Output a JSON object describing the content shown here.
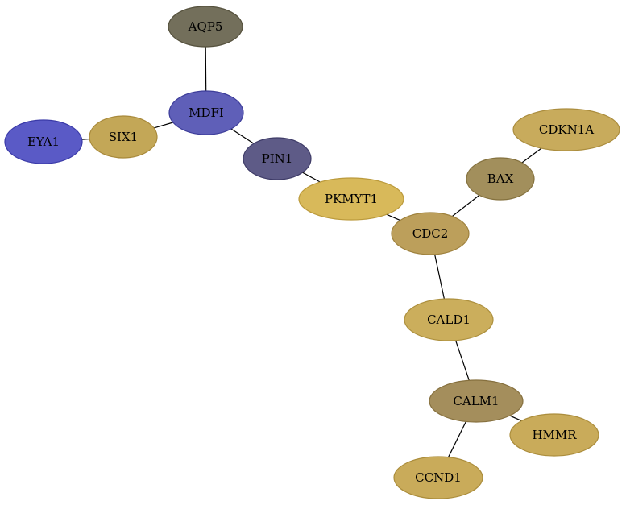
{
  "nodes": [
    {
      "id": "AQP5",
      "label": "AQP5",
      "fill": "#736f5b",
      "stroke": "#55513d"
    },
    {
      "id": "MDFI",
      "label": "MDFI",
      "fill": "#5f5fb8",
      "stroke": "#3d3d9a"
    },
    {
      "id": "SIX1",
      "label": "SIX1",
      "fill": "#c3a757",
      "stroke": "#a8893a"
    },
    {
      "id": "EYA1",
      "label": "EYA1",
      "fill": "#5a5ac6",
      "stroke": "#3a3aa8"
    },
    {
      "id": "PIN1",
      "label": "PIN1",
      "fill": "#5e5b87",
      "stroke": "#3e3b67"
    },
    {
      "id": "PKMYT1",
      "label": "PKMYT1",
      "fill": "#d8b95a",
      "stroke": "#bb9a3c"
    },
    {
      "id": "CDKN1A",
      "label": "CDKN1A",
      "fill": "#c8ab5c",
      "stroke": "#ab8d3e"
    },
    {
      "id": "BAX",
      "label": "BAX",
      "fill": "#a28f5c",
      "stroke": "#84713e"
    },
    {
      "id": "CDC2",
      "label": "CDC2",
      "fill": "#bc9f5b",
      "stroke": "#9e813d"
    },
    {
      "id": "CALD1",
      "label": "CALD1",
      "fill": "#cbae5c",
      "stroke": "#ad903e"
    },
    {
      "id": "CALM1",
      "label": "CALM1",
      "fill": "#a48e5c",
      "stroke": "#86703e"
    },
    {
      "id": "HMMR",
      "label": "HMMR",
      "fill": "#c9ab5a",
      "stroke": "#ab8d3c"
    },
    {
      "id": "CCND1",
      "label": "CCND1",
      "fill": "#c9ab5a",
      "stroke": "#ab8d3c"
    }
  ],
  "edges": [
    [
      "AQP5",
      "MDFI"
    ],
    [
      "MDFI",
      "SIX1"
    ],
    [
      "SIX1",
      "EYA1"
    ],
    [
      "MDFI",
      "PIN1"
    ],
    [
      "PIN1",
      "PKMYT1"
    ],
    [
      "PKMYT1",
      "CDC2"
    ],
    [
      "CDKN1A",
      "BAX"
    ],
    [
      "BAX",
      "CDC2"
    ],
    [
      "CDC2",
      "CALD1"
    ],
    [
      "CALD1",
      "CALM1"
    ],
    [
      "CALM1",
      "HMMR"
    ],
    [
      "CALM1",
      "CCND1"
    ]
  ]
}
